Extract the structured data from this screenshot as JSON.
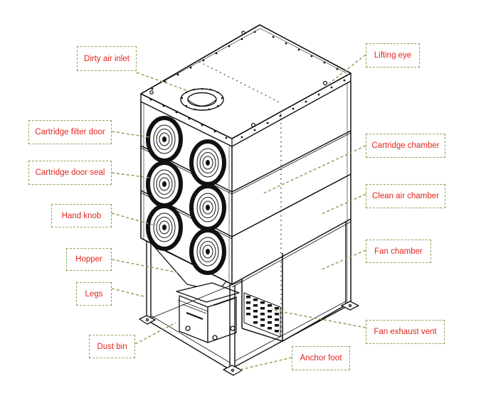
{
  "labels": {
    "dirty_air_inlet": "Dirty air inlet",
    "lifting_eye": "Lifting eye",
    "cartridge_filter_door": "Cartridge filter door",
    "cartridge_chamber": "Cartridge chamber",
    "cartridge_door_seal": "Cartridge door seal",
    "clean_air_chamber": "Clean air chamber",
    "hand_knob": "Hand knob",
    "fan_chamber": "Fan chamber",
    "hopper": "Hopper",
    "legs": "Legs",
    "fan_exhaust_vent": "Fan exhaust vent",
    "dust_bin": "Dust bin",
    "anchor_foot": "Anchor foot"
  },
  "colors": {
    "label_text": "#e3261f",
    "label_border": "#8aa45a",
    "leader_line": "#8aa45a",
    "drawing_line": "#111111"
  }
}
